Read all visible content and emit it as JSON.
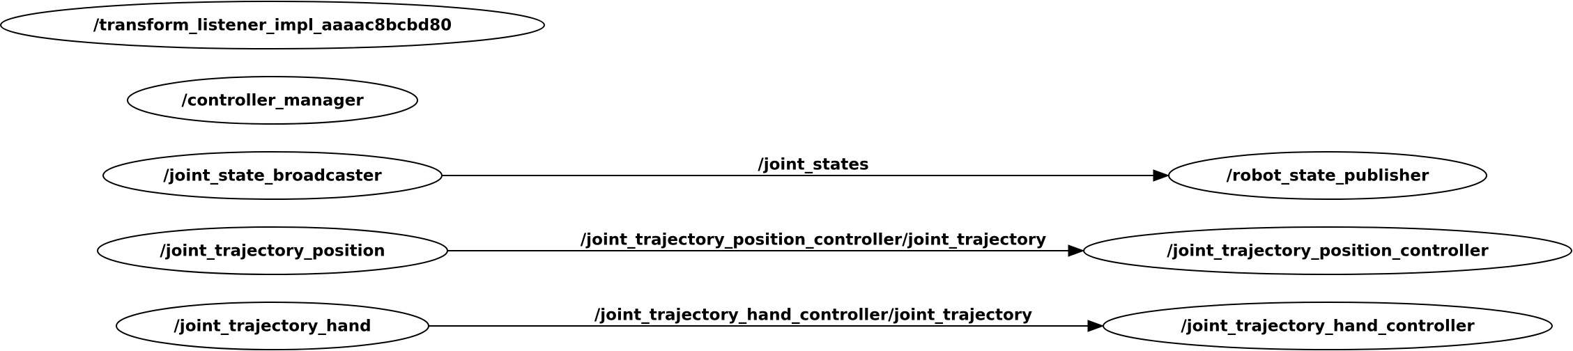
{
  "graph": {
    "nodes": {
      "transform_listener": "/transform_listener_impl_aaaac8bcbd80",
      "controller_manager": "/controller_manager",
      "joint_state_broadcaster": "/joint_state_broadcaster",
      "robot_state_publisher": "/robot_state_publisher",
      "joint_trajectory_position": "/joint_trajectory_position",
      "joint_trajectory_position_controller": "/joint_trajectory_position_controller",
      "joint_trajectory_hand": "/joint_trajectory_hand",
      "joint_trajectory_hand_controller": "/joint_trajectory_hand_controller"
    },
    "edges": {
      "joint_states": {
        "label": "/joint_states",
        "from": "joint_state_broadcaster",
        "to": "robot_state_publisher"
      },
      "position_trajectory": {
        "label": "/joint_trajectory_position_controller/joint_trajectory",
        "from": "joint_trajectory_position",
        "to": "joint_trajectory_position_controller"
      },
      "hand_trajectory": {
        "label": "/joint_trajectory_hand_controller/joint_trajectory",
        "from": "joint_trajectory_hand",
        "to": "joint_trajectory_hand_controller"
      }
    }
  }
}
